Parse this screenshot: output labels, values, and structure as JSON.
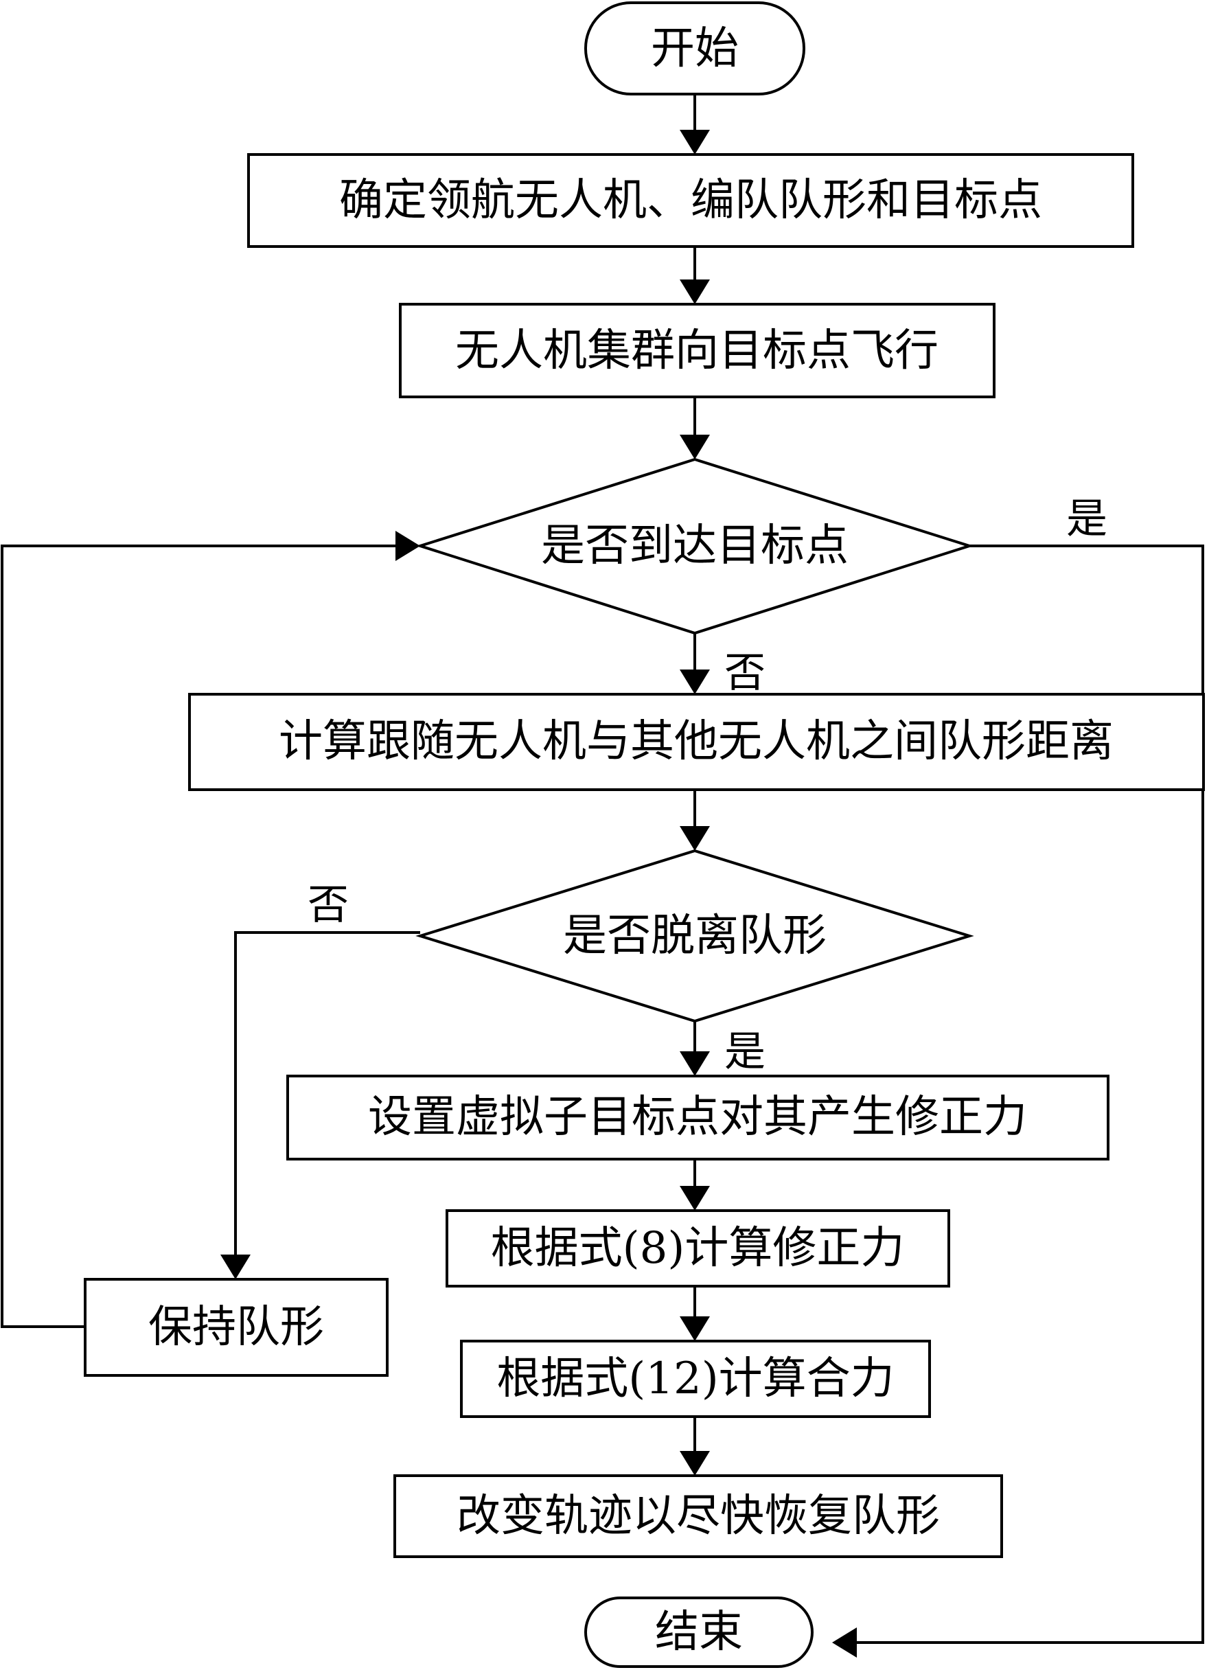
{
  "nodes": {
    "start": "开始",
    "determine": "确定领航无人机、编队队形和目标点",
    "fly_to_target": "无人机集群向目标点飞行",
    "reach_target": "是否到达目标点",
    "compute_distance": "计算跟随无人机与其他无人机之间队形距离",
    "leave_formation": "是否脱离队形",
    "virtual_subtarget": "设置虚拟子目标点对其产生修正力",
    "correction_force": "根据式(8)计算修正力",
    "resultant_force": "根据式(12)计算合力",
    "change_trajectory": "改变轨迹以尽快恢复队形",
    "keep_formation": "保持队形",
    "end": "结束"
  },
  "edges": {
    "reach_yes": "是",
    "reach_no": "否",
    "leave_no": "否",
    "leave_yes": "是"
  }
}
